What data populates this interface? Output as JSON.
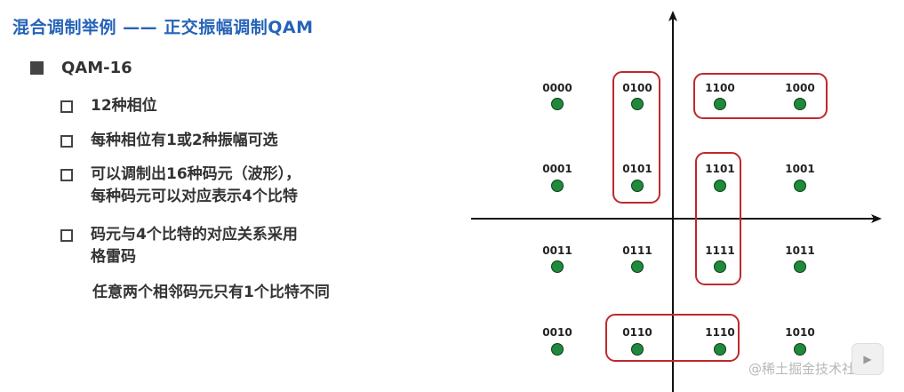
{
  "title": "混合调制举例 —— 正交振幅调制QAM",
  "section": {
    "heading": "QAM-16",
    "items": [
      {
        "lines": [
          "12种相位"
        ]
      },
      {
        "lines": [
          "每种相位有1或2种振幅可选"
        ]
      },
      {
        "lines": [
          "可以调制出16种码元（波形），",
          "每种码元可以对应表示4个比特"
        ]
      },
      {
        "lines": [
          "码元与4个比特的对应关系采用",
          "格雷码"
        ]
      }
    ],
    "note": "任意两个相邻码元只有1个比特不同"
  },
  "constellation": {
    "point_color": "#1f8a3a",
    "group_color": "#c0282d",
    "rows": [
      [
        "0000",
        "0100",
        "1100",
        "1000"
      ],
      [
        "0001",
        "0101",
        "1101",
        "1001"
      ],
      [
        "0011",
        "0111",
        "1111",
        "1011"
      ],
      [
        "0010",
        "0110",
        "1110",
        "1010"
      ]
    ]
  },
  "watermark": "@稀土掘金技术社区"
}
